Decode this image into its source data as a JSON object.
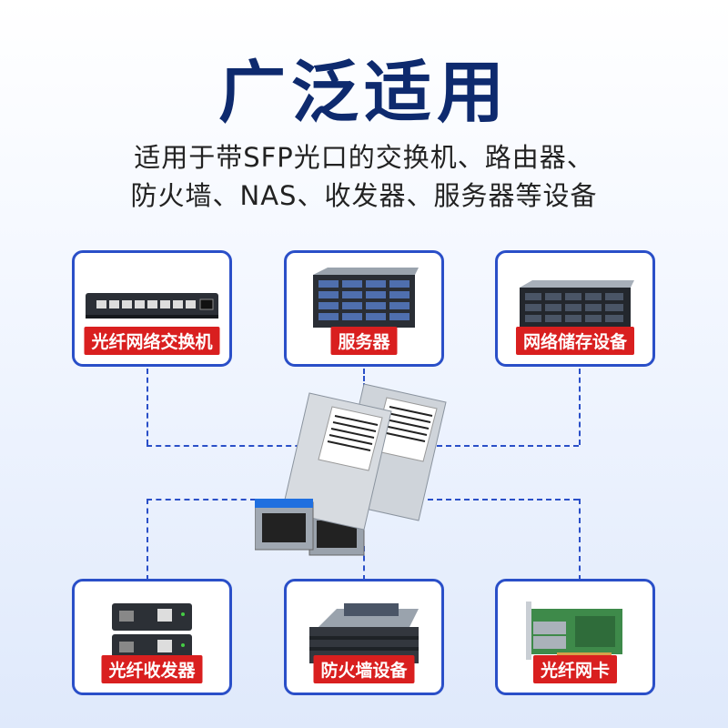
{
  "header": {
    "title": "广泛适用",
    "subtitle_line1": "适用于带SFP光口的交换机、路由器、",
    "subtitle_line2": "防火墙、NAS、收发器、服务器等设备"
  },
  "cards": {
    "top_left": {
      "label": "光纤网络交换机"
    },
    "top_mid": {
      "label": "服务器"
    },
    "top_right": {
      "label": "网络储存设备"
    },
    "bottom_left": {
      "label": "光纤收发器"
    },
    "bottom_mid": {
      "label": "防火墙设备"
    },
    "bottom_right": {
      "label": "光纤网卡"
    }
  },
  "colors": {
    "accent": "#2a4fc8",
    "title": "#0e2a6e",
    "tag": "#d91f1f"
  }
}
